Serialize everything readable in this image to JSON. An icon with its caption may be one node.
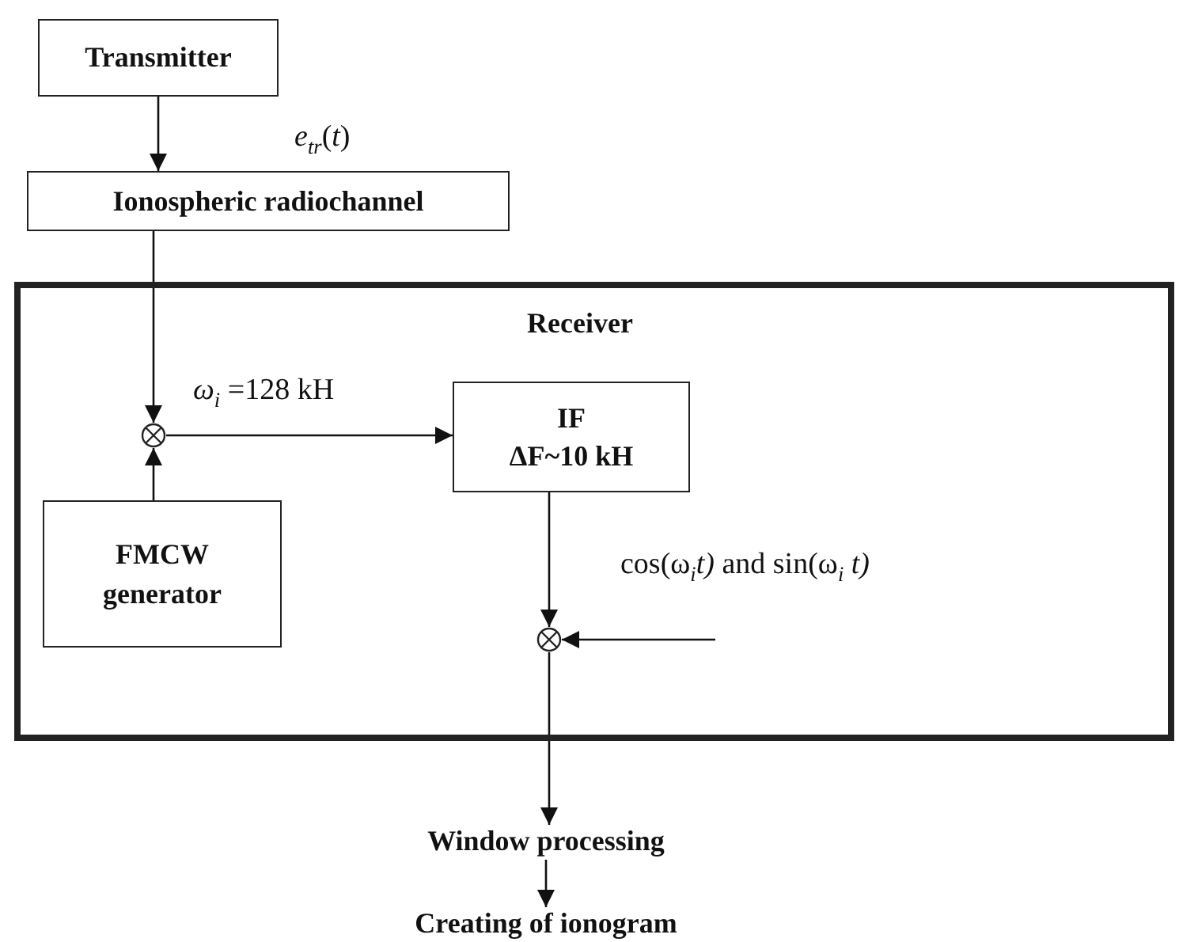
{
  "diagram": {
    "nodes": [
      {
        "text": [
          "Transmitter"
        ]
      },
      {
        "text": [
          "Ionospheric radiochannel"
        ]
      },
      {
        "text": [
          "Receiver"
        ]
      },
      {
        "text": [],
        "shape": "circle",
        "in": 2
      },
      {
        "text": [
          "IF",
          "ΔF~10 kH"
        ],
        "in": 2
      },
      {
        "text": [
          "FMCW generator"
        ],
        "in": 2
      },
      {
        "text": [],
        "shape": "circle",
        "in": 2
      },
      {
        "text": [
          "Window processing"
        ]
      },
      {
        "text": [
          "Creating of ionogram"
        ]
      }
    ],
    "edges": [
      {
        "from": 0,
        "to": 1,
        "arrow": "to",
        "label": "*e*$_{tr}$(*t*)"
      },
      {
        "from": 1,
        "to": 3,
        "arrow": "to",
        "label": "*ω*$_{i}$ =128 kH"
      },
      {
        "from": 5,
        "to": 3,
        "arrow": "to"
      },
      {
        "from": 3,
        "to": 4,
        "arrow": "to"
      },
      {
        "from": 4,
        "to": 6,
        "arrow": "to"
      },
      {
        "from": null,
        "to": 6,
        "arrow": "to",
        "label": "cos(ω$_{i}$*t)* and sin(ω$_{i}$ *t)*"
      },
      {
        "from": 6,
        "to": 7,
        "arrow": "to"
      },
      {
        "from": 7,
        "to": 8,
        "arrow": "to"
      }
    ]
  }
}
